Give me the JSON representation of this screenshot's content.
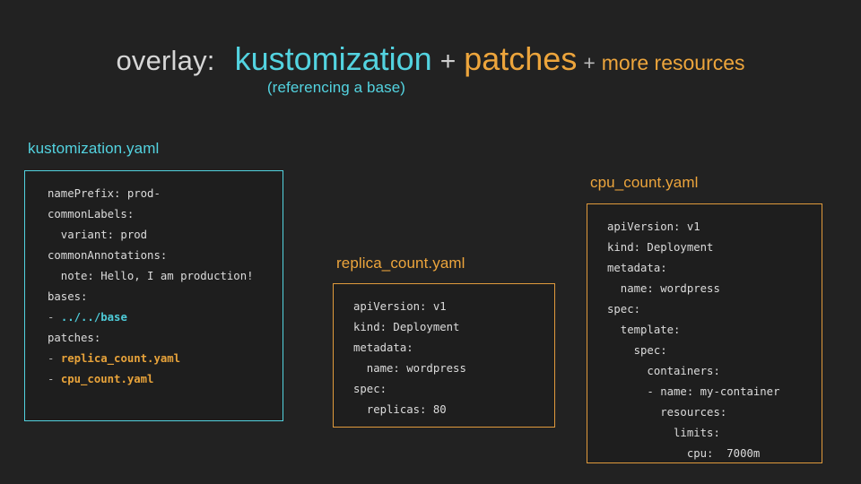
{
  "heading": {
    "overlay_label": "overlay:",
    "kustomization": "kustomization",
    "plus1": "+",
    "patches": "patches",
    "plus2": "+",
    "more_resources": "more resources",
    "subtitle": "(referencing a base)",
    "colors": {
      "gray": "#d6d6d6",
      "cyan": "#53d3e0",
      "orange": "#eda53c",
      "background": "#222222",
      "card_background": "#1e1e1e"
    }
  },
  "cards": [
    {
      "id": "kustomization",
      "label": "kustomization.yaml",
      "accent": "#53d3e0",
      "code_lines": [
        {
          "segments": [
            {
              "text": "namePrefix: prod-",
              "style": "plain"
            }
          ]
        },
        {
          "segments": [
            {
              "text": "commonLabels:",
              "style": "plain"
            }
          ]
        },
        {
          "segments": [
            {
              "text": "  variant: prod",
              "style": "plain"
            }
          ]
        },
        {
          "segments": [
            {
              "text": "commonAnnotations:",
              "style": "plain"
            }
          ]
        },
        {
          "segments": [
            {
              "text": "  note: Hello, I am production!",
              "style": "plain"
            }
          ]
        },
        {
          "segments": [
            {
              "text": "bases:",
              "style": "plain"
            }
          ]
        },
        {
          "segments": [
            {
              "text": "- ",
              "style": "dash"
            },
            {
              "text": "../../base",
              "style": "cyan"
            }
          ]
        },
        {
          "segments": [
            {
              "text": "patches:",
              "style": "plain"
            }
          ]
        },
        {
          "segments": [
            {
              "text": "- ",
              "style": "dash"
            },
            {
              "text": "replica_count.yaml",
              "style": "orange"
            }
          ]
        },
        {
          "segments": [
            {
              "text": "- ",
              "style": "dash"
            },
            {
              "text": "cpu_count.yaml",
              "style": "orange"
            }
          ]
        }
      ]
    },
    {
      "id": "replica",
      "label": "replica_count.yaml",
      "accent": "#eda53c",
      "code_lines": [
        {
          "segments": [
            {
              "text": "apiVersion: v1",
              "style": "plain"
            }
          ]
        },
        {
          "segments": [
            {
              "text": "kind: Deployment",
              "style": "plain"
            }
          ]
        },
        {
          "segments": [
            {
              "text": "metadata:",
              "style": "plain"
            }
          ]
        },
        {
          "segments": [
            {
              "text": "  name: wordpress",
              "style": "plain"
            }
          ]
        },
        {
          "segments": [
            {
              "text": "spec:",
              "style": "plain"
            }
          ]
        },
        {
          "segments": [
            {
              "text": "  replicas: 80",
              "style": "plain"
            }
          ]
        }
      ]
    },
    {
      "id": "cpu",
      "label": "cpu_count.yaml",
      "accent": "#eda53c",
      "code_lines": [
        {
          "segments": [
            {
              "text": "apiVersion: v1",
              "style": "plain"
            }
          ]
        },
        {
          "segments": [
            {
              "text": "kind: Deployment",
              "style": "plain"
            }
          ]
        },
        {
          "segments": [
            {
              "text": "metadata:",
              "style": "plain"
            }
          ]
        },
        {
          "segments": [
            {
              "text": "  name: wordpress",
              "style": "plain"
            }
          ]
        },
        {
          "segments": [
            {
              "text": "spec:",
              "style": "plain"
            }
          ]
        },
        {
          "segments": [
            {
              "text": "  template:",
              "style": "plain"
            }
          ]
        },
        {
          "segments": [
            {
              "text": "    spec:",
              "style": "plain"
            }
          ]
        },
        {
          "segments": [
            {
              "text": "      containers:",
              "style": "plain"
            }
          ]
        },
        {
          "segments": [
            {
              "text": "      - name: my-container",
              "style": "plain"
            }
          ]
        },
        {
          "segments": [
            {
              "text": "        resources:",
              "style": "plain"
            }
          ]
        },
        {
          "segments": [
            {
              "text": "          limits:",
              "style": "plain"
            }
          ]
        },
        {
          "segments": [
            {
              "text": "            cpu:  7000m",
              "style": "plain"
            }
          ]
        }
      ]
    }
  ]
}
